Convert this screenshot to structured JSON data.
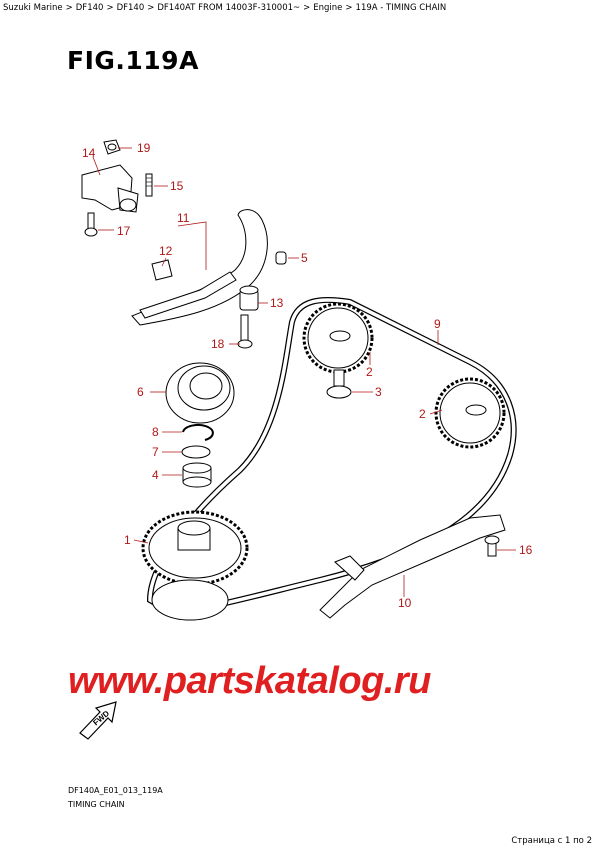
{
  "breadcrumb": {
    "items": [
      "Suzuki Marine",
      "DF140",
      "DF140",
      "DF140AT FROM 14003F-310001~",
      "Engine",
      "119A - TIMING CHAIN"
    ],
    "separator": ">"
  },
  "figure": {
    "title": "FIG.119A",
    "code": "DF140A_E01_013_119A",
    "name": "TIMING CHAIN"
  },
  "callouts": {
    "c1": "1",
    "c2a": "2",
    "c2b": "2",
    "c3": "3",
    "c4": "4",
    "c5": "5",
    "c6": "6",
    "c7": "7",
    "c8": "8",
    "c9": "9",
    "c10": "10",
    "c11": "11",
    "c12": "12",
    "c13": "13",
    "c14": "14",
    "c15": "15",
    "c16": "16",
    "c17": "17",
    "c18": "18",
    "c19": "19"
  },
  "fwd_label": "FWD",
  "watermark": "www.partskatalog.ru",
  "pager": "Страница с 1 по 2",
  "colors": {
    "callout": "#b01818",
    "watermark": "#e02020"
  }
}
